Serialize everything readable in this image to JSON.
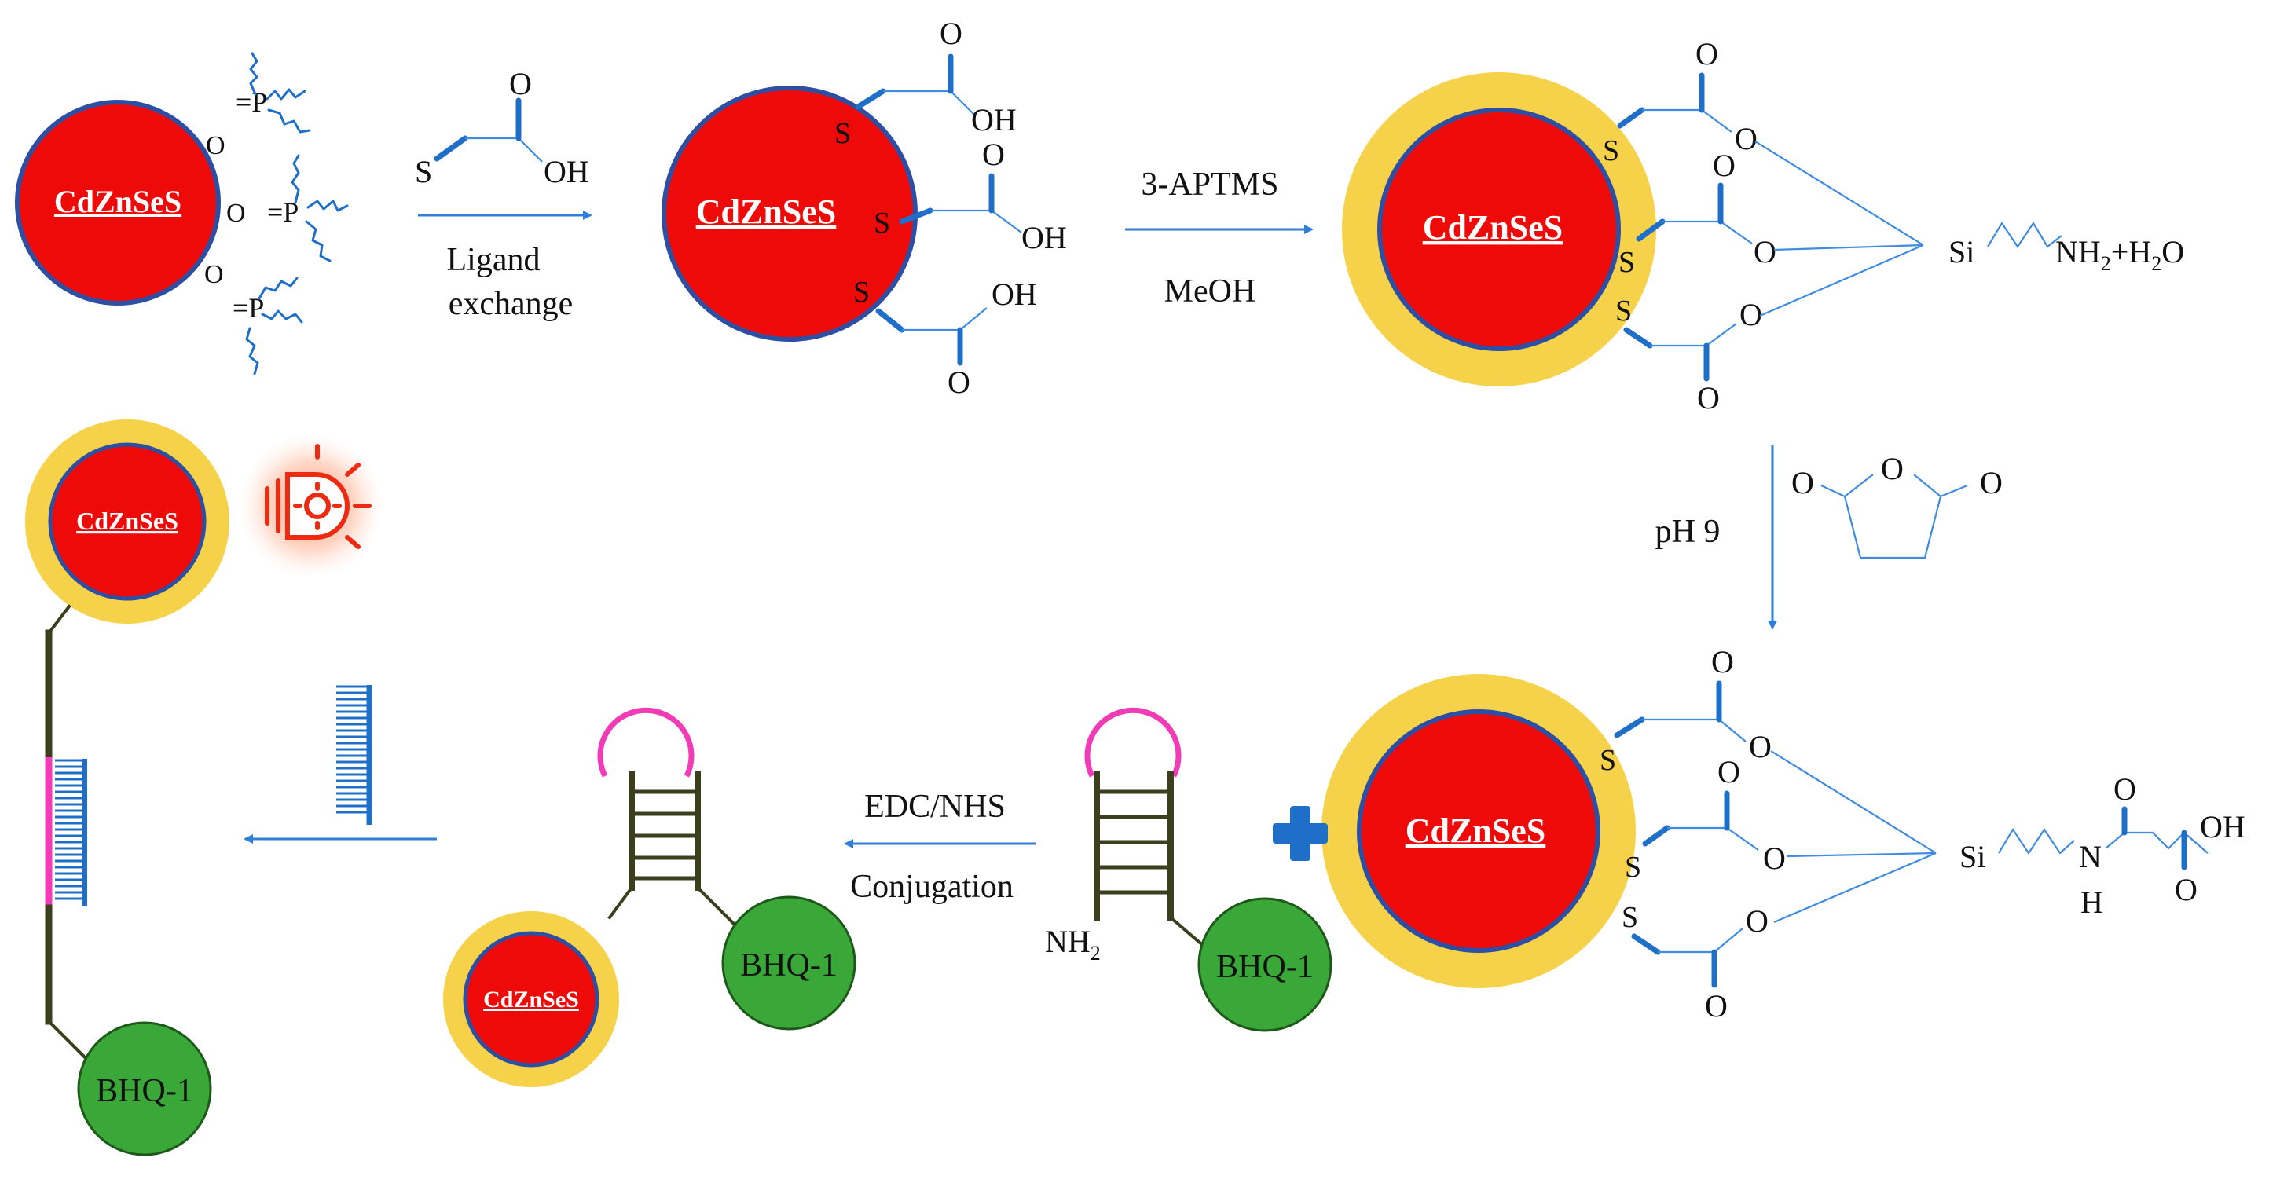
{
  "quantum_dot_label": "CdZnSeS",
  "quencher_label": "BHQ-1",
  "steps": {
    "ligand_exchange": {
      "line1": "Ligand",
      "line2": "exchange"
    },
    "silanization": {
      "top": "3-APTMS",
      "bottom": "MeOH"
    },
    "succinylation": {
      "condition": "pH 9"
    },
    "conjugation": {
      "top": "EDC/NHS",
      "bottom": "Conjugation"
    }
  },
  "atoms": {
    "S": "S",
    "O": "O",
    "OH": "OH",
    "P": "P",
    "eqP": "=P",
    "Si": "Si",
    "N": "N",
    "H": "H",
    "NH2_base": "NH",
    "sub2": "2"
  },
  "reagent_text": {
    "plus_h": "+H",
    "o_tail": "O"
  },
  "colors": {
    "qd_core": "#ef0a0a",
    "qd_rim": "#2d4fa3",
    "shell": "#f5d24a",
    "arrow": "#2f7fd6",
    "ligand": "#1f6fc9",
    "bhq": "#3aa838",
    "loop": "#f23bb6",
    "stem": "#3b3f1d",
    "plus": "#1f6fc9",
    "signal": "#ee2a12"
  },
  "icons": [
    "light-bulb-signal-icon",
    "complementary-strand-icon",
    "plus-icon"
  ]
}
